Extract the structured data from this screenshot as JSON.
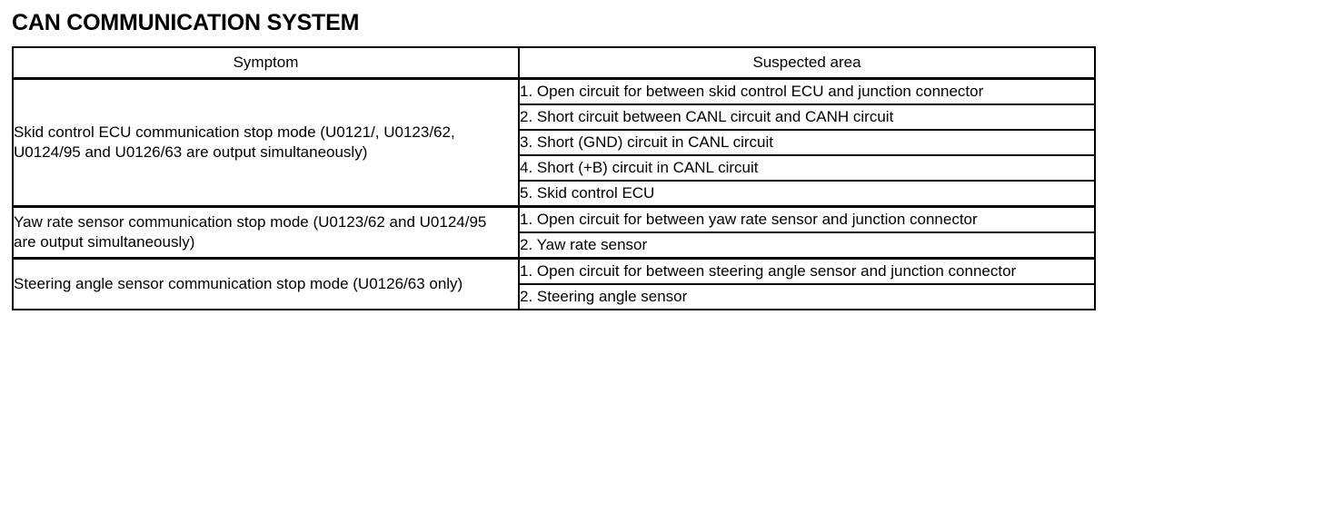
{
  "document": {
    "title": "CAN COMMUNICATION SYSTEM"
  },
  "table": {
    "headers": {
      "symptom": "Symptom",
      "suspected_area": "Suspected area"
    },
    "groups": [
      {
        "symptom": "Skid control ECU communication stop mode (U0121/, U0123/62, U0124/95 and U0126/63 are output simultaneously)",
        "suspected_areas": [
          "1. Open circuit for between skid control ECU and junction connector",
          "2. Short circuit between CANL circuit and CANH circuit",
          "3. Short (GND) circuit in CANL circuit",
          "4. Short (+B) circuit in CANL circuit",
          "5. Skid control ECU"
        ]
      },
      {
        "symptom": "Yaw rate sensor communication stop mode (U0123/62 and U0124/95 are output simultaneously)",
        "suspected_areas": [
          "1. Open circuit for between yaw rate sensor and junction connector",
          "2. Yaw rate sensor"
        ]
      },
      {
        "symptom": "Steering angle sensor communication stop mode (U0126/63 only)",
        "suspected_areas": [
          "1. Open circuit for between steering angle sensor and junction connector",
          "2. Steering angle sensor"
        ]
      }
    ]
  },
  "colors": {
    "text": "#000000",
    "background": "#ffffff",
    "border": "#000000"
  }
}
